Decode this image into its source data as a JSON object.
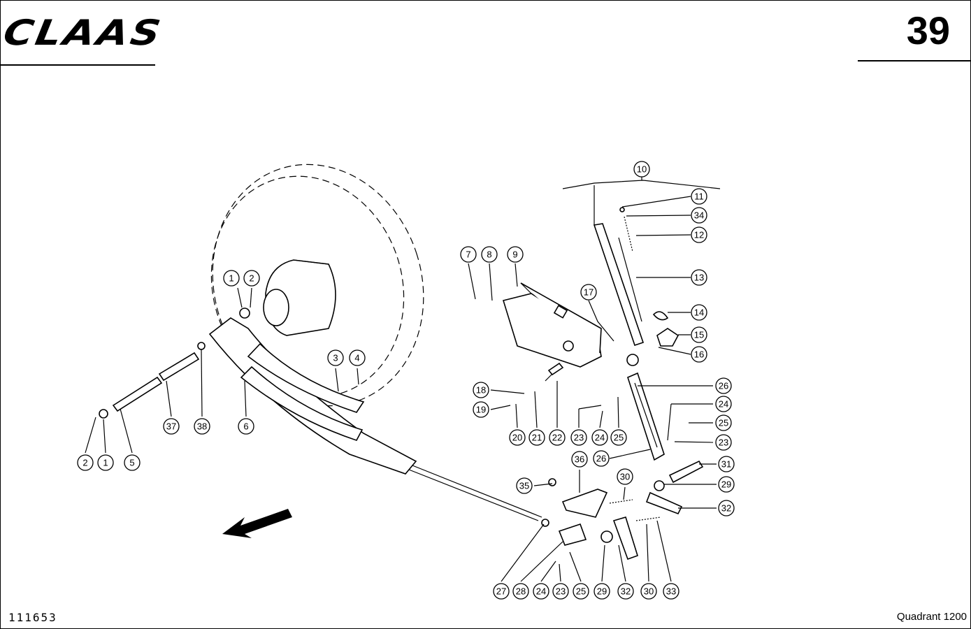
{
  "header": {
    "brand": "CLAAS",
    "page_number": "39"
  },
  "footer": {
    "drawing_number": "111653",
    "model": "Quadrant 1200"
  },
  "callouts": [
    {
      "label": "1"
    },
    {
      "label": "2"
    },
    {
      "label": "3"
    },
    {
      "label": "4"
    },
    {
      "label": "6"
    },
    {
      "label": "37"
    },
    {
      "label": "38"
    },
    {
      "label": "2"
    },
    {
      "label": "1"
    },
    {
      "label": "5"
    },
    {
      "label": "10"
    },
    {
      "label": "11"
    },
    {
      "label": "34"
    },
    {
      "label": "12"
    },
    {
      "label": "13"
    },
    {
      "label": "14"
    },
    {
      "label": "15"
    },
    {
      "label": "16"
    },
    {
      "label": "7"
    },
    {
      "label": "8"
    },
    {
      "label": "9"
    },
    {
      "label": "17"
    },
    {
      "label": "18"
    },
    {
      "label": "19"
    },
    {
      "label": "20"
    },
    {
      "label": "21"
    },
    {
      "label": "22"
    },
    {
      "label": "23"
    },
    {
      "label": "24"
    },
    {
      "label": "25"
    },
    {
      "label": "26"
    },
    {
      "label": "24"
    },
    {
      "label": "25"
    },
    {
      "label": "23"
    },
    {
      "label": "26"
    },
    {
      "label": "36"
    },
    {
      "label": "31"
    },
    {
      "label": "30"
    },
    {
      "label": "35"
    },
    {
      "label": "29"
    },
    {
      "label": "32"
    },
    {
      "label": "27"
    },
    {
      "label": "28"
    },
    {
      "label": "24"
    },
    {
      "label": "23"
    },
    {
      "label": "25"
    },
    {
      "label": "29"
    },
    {
      "label": "32"
    },
    {
      "label": "30"
    },
    {
      "label": "33"
    }
  ]
}
